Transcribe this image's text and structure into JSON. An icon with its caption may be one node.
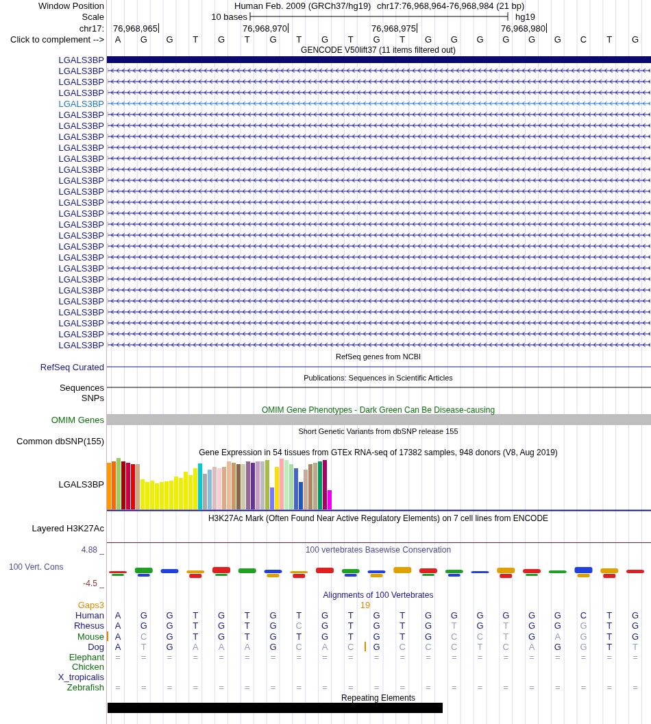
{
  "diagram": {
    "labels": [
      "Window Position",
      "Human Feb. 2009 (GRCh37/hg19)",
      "chr17:76,968,964-76,968,984 (21 bp)",
      "Scale",
      "10 bases",
      "hg19",
      "chr17:",
      "76,968,965",
      "76,968,970",
      "76,968,975",
      "76,968,980",
      "Click to complement -->",
      "A",
      "G",
      "G",
      "T",
      "G",
      "T",
      "G",
      "T",
      "G",
      "T",
      "G",
      "T",
      "G",
      "G",
      "G",
      "G",
      "G",
      "G",
      "C",
      "T",
      "G",
      "GENCODE V50lift37 (11 items filtered out)",
      "LGALS3BP",
      "LGALS3BP",
      "LGALS3BP",
      "LGALS3BP",
      "LGALS3BP",
      "LGALS3BP",
      "LGALS3BP",
      "LGALS3BP",
      "LGALS3BP",
      "LGALS3BP",
      "LGALS3BP",
      "LGALS3BP",
      "LGALS3BP",
      "LGALS3BP",
      "LGALS3BP",
      "LGALS3BP",
      "LGALS3BP",
      "LGALS3BP",
      "LGALS3BP",
      "LGALS3BP",
      "LGALS3BP",
      "LGALS3BP",
      "LGALS3BP",
      "LGALS3BP",
      "LGALS3BP",
      "LGALS3BP",
      "LGALS3BP",
      "RefSeq genes from NCBI",
      "RefSeq Curated",
      "Publications: Sequences in Scientific Articles",
      "Sequences",
      "SNPs",
      "OMIM Gene Phenotypes - Dark Green Can Be Disease-causing",
      "OMIM Genes",
      "Short Genetic Variants from dbSNP release 155",
      "Common dbSNP(155)",
      "Gene Expression in 54 tissues from GTEx RNA-seq of 17382 samples, 948 donors (V8, Aug 2019)",
      "LGALS3BP",
      "H3K27Ac Mark (Often Found Near Active Regulatory Elements) on 7 cell lines from ENCODE",
      "Layered H3K27Ac",
      "4.88 _",
      "100 vertebrates Basewise Conservation",
      "100 Vert. Cons",
      "-4.5 _",
      "Alignments of 100 Vertebrates",
      "Gaps3",
      "19",
      "Human",
      "A",
      "G",
      "G",
      "T",
      "G",
      "T",
      "G",
      "T",
      "G",
      "T",
      "G",
      "T",
      "G",
      "G",
      "G",
      "G",
      "G",
      "G",
      "C",
      "T",
      "G",
      "Rhesus",
      "A",
      "G",
      "G",
      "T",
      "G",
      "T",
      "G",
      "C",
      "G",
      "T",
      "G",
      "T",
      "G",
      "T",
      "G",
      "T",
      "G",
      "G",
      "G",
      "T",
      "G",
      "Mouse",
      "A",
      "C",
      "G",
      "T",
      "G",
      "T",
      "G",
      "T",
      "G",
      "T",
      "G",
      "T",
      "G",
      "C",
      "C",
      "T",
      "G",
      "A",
      "G",
      "T",
      "G",
      "Dog",
      "A",
      "T",
      "G",
      "A",
      "A",
      "A",
      "G",
      "C",
      "A",
      "C",
      "G",
      "C",
      "C",
      "C",
      "T",
      "C",
      "A",
      "G",
      "G",
      "T",
      "T",
      "Elephant",
      "=",
      "=",
      "=",
      "=",
      "=",
      "=",
      "=",
      "=",
      "=",
      "=",
      "=",
      "=",
      "=",
      "=",
      "=",
      "=",
      "=",
      "=",
      "=",
      "=",
      "=",
      "Chicken",
      "X_tropicalis",
      "Zebrafish",
      "=",
      "=",
      "=",
      "=",
      "=",
      "=",
      "=",
      "=",
      "=",
      "=",
      "=",
      "=",
      "=",
      "=",
      "=",
      "=",
      "=",
      "=",
      "=",
      "=",
      "=",
      "Repeating Elements"
    ]
  }
}
